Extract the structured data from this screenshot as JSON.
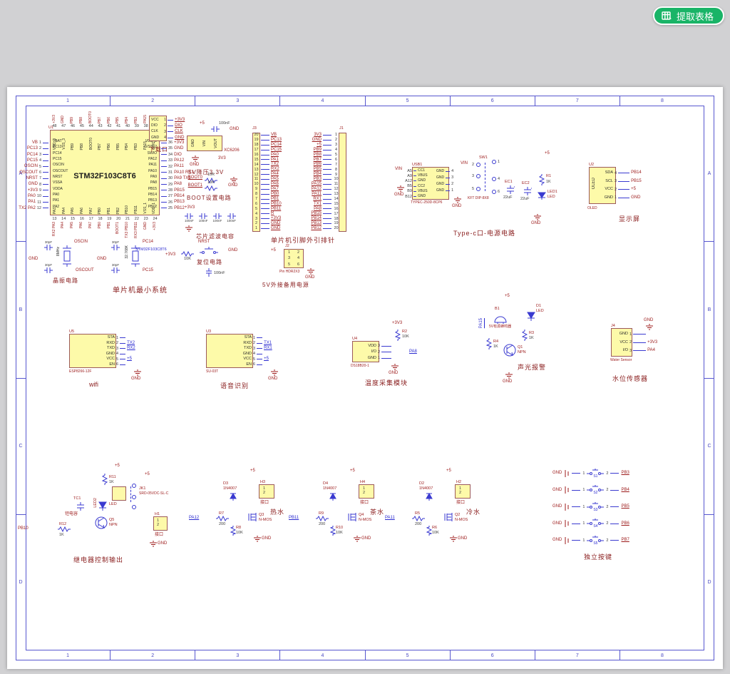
{
  "toolbar": {
    "extract_table_label": "提取表格"
  },
  "frame": {
    "cols": [
      "1",
      "2",
      "3",
      "4",
      "5",
      "6",
      "7",
      "8"
    ],
    "rows": [
      "A",
      "B",
      "C",
      "D"
    ]
  },
  "mcu": {
    "designator": "U1",
    "title": "STM32F103C8T6",
    "part_label": "STM32F103C8T6",
    "left_pins": [
      {
        "net": "VB",
        "num": "1",
        "name": "VBAT"
      },
      {
        "net": "PC13",
        "num": "2",
        "name": "PC13"
      },
      {
        "net": "PC14",
        "num": "3",
        "name": "PC14"
      },
      {
        "net": "PC15",
        "num": "4",
        "name": "PC15"
      },
      {
        "net": "OSCIN",
        "num": "5",
        "name": "OSCIN"
      },
      {
        "net": "OSCOUT",
        "num": "6",
        "name": "OSCOUT"
      },
      {
        "net": "NRST",
        "num": "7",
        "name": "NRST"
      },
      {
        "net": "GND",
        "num": "8",
        "name": "VSSA"
      },
      {
        "net": "+3V3",
        "num": "9",
        "name": "VDDA"
      },
      {
        "net": "PA0",
        "num": "10",
        "name": "PA0"
      },
      {
        "net": "PA1",
        "num": "11",
        "name": "PA1"
      },
      {
        "net": "TX2 PA2",
        "num": "12",
        "name": "PA2"
      }
    ],
    "right_pins": [
      {
        "name": "VDD_2",
        "num": "36",
        "net": "+3V3"
      },
      {
        "name": "VSS_2",
        "num": "35",
        "net": "GND"
      },
      {
        "name": "SWIO",
        "num": "34",
        "net": "DIO"
      },
      {
        "name": "PA12",
        "num": "33",
        "net": "PA12"
      },
      {
        "name": "PA11",
        "num": "32",
        "net": "PA11"
      },
      {
        "name": "PA10",
        "num": "31",
        "net": "PA10 RX1"
      },
      {
        "name": "PA9",
        "num": "30",
        "net": "PA9 TX1"
      },
      {
        "name": "PA8",
        "num": "29",
        "net": "PA8"
      },
      {
        "name": "PB15",
        "num": "28",
        "net": "PB15"
      },
      {
        "name": "PB14",
        "num": "27",
        "net": "PB14"
      },
      {
        "name": "PB13",
        "num": "26",
        "net": "PB13"
      },
      {
        "name": "PB12",
        "num": "25",
        "net": "PB12"
      }
    ],
    "top_pins": [
      {
        "net": "+3V3",
        "num": "48",
        "name": "VDD_3"
      },
      {
        "net": "GND",
        "num": "47",
        "name": "VSS_3"
      },
      {
        "net": "PB9",
        "num": "46",
        "name": "PB9"
      },
      {
        "net": "PB8",
        "num": "45",
        "name": "PB8"
      },
      {
        "net": "BOOT0",
        "num": "44",
        "name": "BOOT0"
      },
      {
        "net": "PB7",
        "num": "43",
        "name": "PB7"
      },
      {
        "net": "PB6",
        "num": "42",
        "name": "PB6"
      },
      {
        "net": "PB5",
        "num": "41",
        "name": "PB5"
      },
      {
        "net": "PB4",
        "num": "40",
        "name": "PB4"
      },
      {
        "net": "PB3",
        "num": "39",
        "name": "PB3"
      },
      {
        "net": "PA15",
        "num": "38",
        "name": "PA15"
      },
      {
        "net": "CLK",
        "num": "37",
        "name": "SWCLK"
      }
    ],
    "bottom_pins": [
      {
        "net": "RX2 PA3",
        "num": "13",
        "name": "PA3"
      },
      {
        "net": "PA4",
        "num": "14",
        "name": "PA4"
      },
      {
        "net": "PA5",
        "num": "15",
        "name": "PA5"
      },
      {
        "net": "PA6",
        "num": "16",
        "name": "PA6"
      },
      {
        "net": "PA7",
        "num": "17",
        "name": "PA7"
      },
      {
        "net": "PB0",
        "num": "18",
        "name": "PB0"
      },
      {
        "net": "PB1",
        "num": "19",
        "name": "PB1"
      },
      {
        "net": "BOOT1",
        "num": "20",
        "name": "PB2"
      },
      {
        "net": "TX3 PB10",
        "num": "21",
        "name": "PB10"
      },
      {
        "net": "RX3 PB11",
        "num": "22",
        "name": "PB11"
      },
      {
        "net": "GND",
        "num": "23",
        "name": "VSS_1"
      },
      {
        "net": "+3V3",
        "num": "24",
        "name": "VDD_1"
      }
    ]
  },
  "download": {
    "caption": "下载口",
    "pins": [
      {
        "name": "VCC",
        "num": "1",
        "net": "+3V3"
      },
      {
        "name": "DIO",
        "num": "2",
        "net": "DIO"
      },
      {
        "name": "CLK",
        "num": "3",
        "net": "CLK"
      },
      {
        "name": "GND",
        "num": "4",
        "net": "GND"
      }
    ]
  },
  "regulator": {
    "part": "XC6206",
    "caption": "5V降压3.3V",
    "pin1": "GND",
    "pin2": "VIN",
    "pin3": "VOUT",
    "in_net": "+5",
    "cap_value": "100nF",
    "out_net": "3V3",
    "gnd_in": "GND",
    "gnd_out": "GND"
  },
  "boot": {
    "caption": "BOOT设置电路",
    "gnd": "GND",
    "rows": [
      {
        "net": "BOOT0",
        "res": "10K"
      },
      {
        "net": "BOOT1",
        "res": "10K"
      }
    ]
  },
  "filter": {
    "caption": "芯片滤波电容",
    "rail": "+3V3",
    "caps": [
      "100nF",
      "100nF",
      "100nF",
      "100nF"
    ]
  },
  "headers": {
    "caption": "单片机引脚外引排针",
    "j3": {
      "designator": "J3",
      "pins": [
        {
          "num": "20",
          "net": "VB"
        },
        {
          "num": "19",
          "net": "PC13"
        },
        {
          "num": "18",
          "net": "PC14"
        },
        {
          "num": "17",
          "net": "PC15"
        },
        {
          "num": "16",
          "net": "PA0"
        },
        {
          "num": "15",
          "net": "PA1"
        },
        {
          "num": "14",
          "net": "TX2"
        },
        {
          "num": "13",
          "net": "RX2"
        },
        {
          "num": "12",
          "net": "PA4"
        },
        {
          "num": "11",
          "net": "PA5"
        },
        {
          "num": "10",
          "net": "PA6"
        },
        {
          "num": "9",
          "net": "PA7"
        },
        {
          "num": "8",
          "net": "PB0"
        },
        {
          "num": "7",
          "net": "PB1"
        },
        {
          "num": "6",
          "net": "PB10"
        },
        {
          "num": "5",
          "net": "PB11"
        },
        {
          "num": "4",
          "net": "R"
        },
        {
          "num": "3",
          "net": "+3V3"
        },
        {
          "num": "2",
          "net": "GND"
        },
        {
          "num": "1",
          "net": "GND"
        }
      ]
    },
    "j1": {
      "designator": "J1",
      "pins": [
        {
          "num": "1",
          "net": "3V3"
        },
        {
          "num": "2",
          "net": "GND"
        },
        {
          "num": "3",
          "net": "+5"
        },
        {
          "num": "4",
          "net": "PB9"
        },
        {
          "num": "5",
          "net": "PB8"
        },
        {
          "num": "6",
          "net": "PB7"
        },
        {
          "num": "7",
          "net": "PB6"
        },
        {
          "num": "8",
          "net": "PB5"
        },
        {
          "num": "9",
          "net": "PB4"
        },
        {
          "num": "10",
          "net": "PB3"
        },
        {
          "num": "11",
          "net": "PA15"
        },
        {
          "num": "12",
          "net": "PA12"
        },
        {
          "num": "13",
          "net": "PA11"
        },
        {
          "num": "14",
          "net": "RX1"
        },
        {
          "num": "15",
          "net": "TX1"
        },
        {
          "num": "16",
          "net": "PA8"
        },
        {
          "num": "17",
          "net": "PB15"
        },
        {
          "num": "18",
          "net": "PB14"
        },
        {
          "num": "19",
          "net": "PB13"
        },
        {
          "num": "20",
          "net": "PB12"
        }
      ]
    }
  },
  "crystal": {
    "caption": "晶振电路",
    "system_caption": "单片机最小系统",
    "x1": {
      "gnd": "GND",
      "cap_top": "30pF",
      "cap_bottom": "30pF",
      "freq": "8MHz",
      "net_top": "OSCIN",
      "net_bottom": "OSCOUT"
    },
    "x2": {
      "gnd": "GND",
      "cap_top": "30pF",
      "cap_bottom": "30pF",
      "freq": "32.768K",
      "net_top": "PC14",
      "net_bottom": "PC15"
    }
  },
  "reset": {
    "caption": "复位电路",
    "rail": "+3V3",
    "res_value": "10K",
    "net": "NRST",
    "cap_value": "100nF",
    "gnd": "GND"
  },
  "backup": {
    "caption": "5V外接备用电源",
    "designator": "J2",
    "part": "Pin HDR2X3",
    "rail": "+5",
    "gnd": "GND",
    "rows": [
      {
        "l": "1",
        "r": "2"
      },
      {
        "l": "3",
        "r": "4"
      },
      {
        "l": "5",
        "r": "6"
      }
    ]
  },
  "typec": {
    "caption": "Type-c口-电源电路",
    "vin": "VIN",
    "usb": {
      "designator": "USB1",
      "part": "TYPEC-250D-8CP6",
      "gnd": "GND",
      "gnd2": "GND",
      "left_pins": [
        {
          "pad": "A5",
          "name": "CC1"
        },
        {
          "pad": "A9",
          "name": "VBUS"
        },
        {
          "pad": "A12",
          "name": "GND"
        },
        {
          "pad": "B5",
          "name": "CC2"
        },
        {
          "pad": "B9",
          "name": "VBUS"
        },
        {
          "pad": "B12",
          "name": "GND"
        }
      ],
      "right_pins": [
        {
          "num": "4",
          "name": "GND"
        },
        {
          "num": "3",
          "name": "GND"
        },
        {
          "num": "2",
          "name": "GND"
        },
        {
          "num": "1",
          "name": "GND"
        }
      ]
    },
    "sw": {
      "designator": "SW1",
      "part": "KFT DIP-8X8",
      "vin": "VIN",
      "pins": [
        "1",
        "2",
        "3",
        "4",
        "5",
        "6"
      ]
    },
    "ec1_designator": "EC1",
    "ec1_value": "22uF",
    "ec2_designator": "EC2",
    "ec2_value": "22uF",
    "r1_designator": "R1",
    "r1_value": "1K",
    "led_designator": "LED1",
    "led_label": "LED",
    "rail": "+5",
    "gnd": "GND"
  },
  "display": {
    "designator": "U2",
    "caption": "显示屏",
    "part": "OLED",
    "body_label": "OLED",
    "gnd": "GND",
    "pins": [
      {
        "name": "SDA",
        "num": "4",
        "net": "PB14"
      },
      {
        "name": "SCL",
        "num": "3",
        "net": "PB15"
      },
      {
        "name": "VCC",
        "num": "2",
        "net": "+5"
      },
      {
        "name": "GND",
        "num": "1",
        "net": "GND"
      }
    ]
  },
  "wifi": {
    "designator": "U5",
    "caption": "wifi",
    "part": "ESP8266-12F",
    "gnd": "GND",
    "pins": [
      {
        "name": "STA",
        "num": "1",
        "net": ""
      },
      {
        "name": "RXD",
        "num": "2",
        "net": "TX2"
      },
      {
        "name": "TXD",
        "num": "3",
        "net": "RX2"
      },
      {
        "name": "GND",
        "num": "4",
        "net": ""
      },
      {
        "name": "VCC",
        "num": "5",
        "net": "+5"
      },
      {
        "name": "EN",
        "num": "6",
        "net": ""
      }
    ]
  },
  "voice": {
    "designator": "U3",
    "caption": "语音识别",
    "part": "SU-03T",
    "gnd": "GND",
    "pins": [
      {
        "name": "STA",
        "num": "1",
        "net": ""
      },
      {
        "name": "RXD",
        "num": "2",
        "net": "TX1"
      },
      {
        "name": "TXD",
        "num": "3",
        "net": "RX1"
      },
      {
        "name": "GND",
        "num": "4",
        "net": ""
      },
      {
        "name": "VCC",
        "num": "5",
        "net": "+5"
      },
      {
        "name": "EN",
        "num": "6",
        "net": ""
      }
    ]
  },
  "temp": {
    "designator": "U4",
    "caption": "温度采集模块",
    "part": "DS18B20-1",
    "rail": "+3V3",
    "pull_designator": "R2",
    "pull_value": "10K",
    "io_net": "PA8",
    "gnd": "GND",
    "pins": [
      {
        "name": "VDD",
        "num": "3"
      },
      {
        "name": "I/O",
        "num": "2"
      },
      {
        "name": "GND",
        "num": "1"
      }
    ]
  },
  "alarm": {
    "caption": "声光报警",
    "rail": "+5",
    "buzzer_designator": "B1",
    "buzzer_label": "5V有源蜂鸣器",
    "led_designator": "D1",
    "led_label": "LED",
    "r3_designator": "R3",
    "r3_value": "1K",
    "q_designator": "Q1",
    "q_type": "NPN",
    "r4_designator": "R4",
    "r4_value": "1K",
    "input_net": "PA15",
    "gnd": "GND"
  },
  "water": {
    "designator": "J4",
    "caption": "水位传感器",
    "part": "Water Sensor",
    "gnd_top": "GND",
    "pins": [
      {
        "name": "GND",
        "num": "1",
        "net": ""
      },
      {
        "name": "VCC",
        "num": "2",
        "net": "+3V3"
      },
      {
        "name": "I/O",
        "num": "3",
        "net": "PA4"
      }
    ]
  },
  "relay": {
    "caption": "继电器控制输出",
    "rail": "+5",
    "rail2": "+5",
    "r11_designator": "R11",
    "r11_value": "1K",
    "tc_designator": "TC1",
    "tc_label": "钽电容",
    "led_designator": "LED2",
    "led_label": "LED",
    "q_designator": "Q5",
    "q_type": "NPN",
    "r12_designator": "R12",
    "r12_value": "1K",
    "input_net": "PB10",
    "relay_designator": "JK1",
    "relay_part": "SRD-05VDC-SL-C",
    "conn_designator": "H1",
    "conn_label": "接口",
    "p1": "1",
    "p2": "2",
    "gnd": "GND"
  },
  "valves": [
    {
      "caption": "热水",
      "input_net": "PA12",
      "rg_designator": "R7",
      "rg_value": "200",
      "rp_designator": "R8",
      "rp_value": "10K",
      "q_designator": "Q3",
      "q_type": "N-MOS",
      "d_designator": "D3",
      "d_part": "1N4007",
      "conn_designator": "H3",
      "conn_label": "接口",
      "p1": "1",
      "p2": "2",
      "rail": "+5",
      "gnd": "GND"
    },
    {
      "caption": "茶水",
      "input_net": "PB11",
      "rg_designator": "R9",
      "rg_value": "200",
      "rp_designator": "R10",
      "rp_value": "10K",
      "q_designator": "Q4",
      "q_type": "N-MOS",
      "d_designator": "D4",
      "d_part": "1N4007",
      "conn_designator": "H4",
      "conn_label": "接口",
      "p1": "1",
      "p2": "2",
      "rail": "+5",
      "gnd": "GND"
    },
    {
      "caption": "冷水",
      "input_net": "PA11",
      "rg_designator": "R5",
      "rg_value": "200",
      "rp_designator": "R6",
      "rp_value": "10K",
      "q_designator": "Q2",
      "q_type": "N-MOS",
      "d_designator": "D2",
      "d_part": "1N4007",
      "conn_designator": "H2",
      "conn_label": "接口",
      "p1": "1",
      "p2": "2",
      "rail": "+5",
      "gnd": "GND"
    }
  ],
  "buttons": {
    "caption": "独立按键",
    "p1": "1",
    "p2": "2",
    "items": [
      {
        "designator": "S1",
        "net": "PB3",
        "gnd": "GND"
      },
      {
        "designator": "S2",
        "net": "PB4",
        "gnd": "GND"
      },
      {
        "designator": "S3",
        "net": "PB5",
        "gnd": "GND"
      },
      {
        "designator": "S4",
        "net": "PB6",
        "gnd": "GND"
      },
      {
        "designator": "S5",
        "net": "PB7",
        "gnd": "GND"
      }
    ]
  }
}
